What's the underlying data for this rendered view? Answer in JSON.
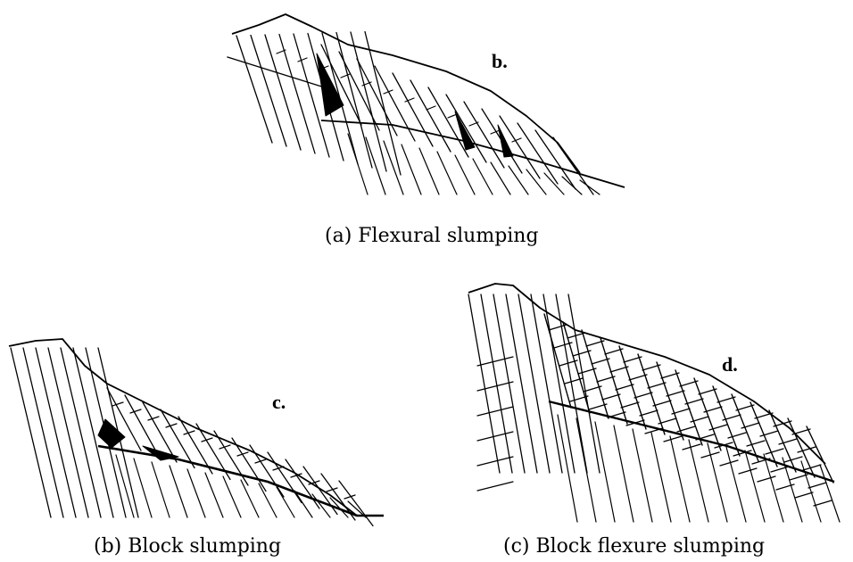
{
  "figures": [
    {
      "label": "b.",
      "caption": "(a) Flexural slumping"
    },
    {
      "label": "c.",
      "caption": "(b) Block slumping"
    },
    {
      "label": "d.",
      "caption": "(c) Block flexure slumping"
    }
  ],
  "colors": {
    "ink": "#000000",
    "paper": "#ffffff"
  }
}
